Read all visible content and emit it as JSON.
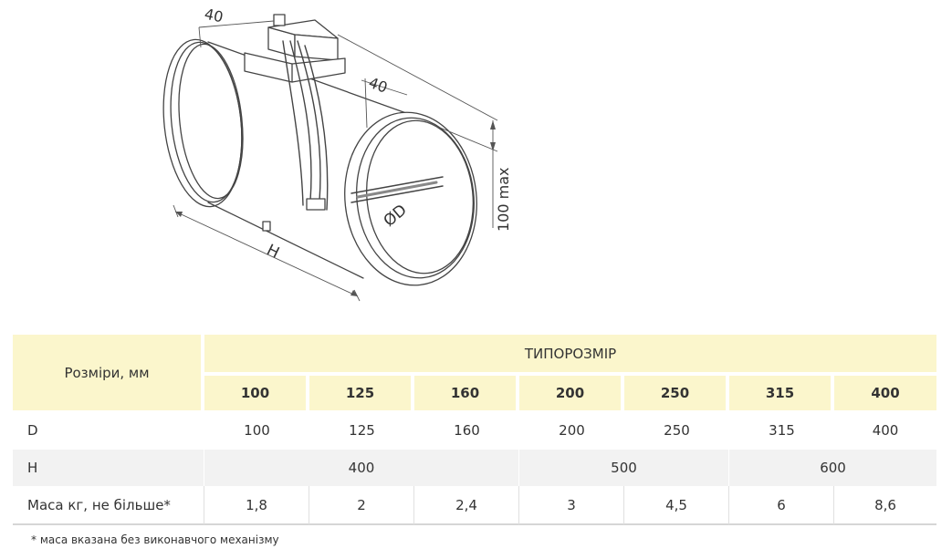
{
  "drawing": {
    "dim_top_left": "40",
    "dim_top_mid": "40",
    "dim_height": "100 max",
    "dim_length": "H",
    "dim_diameter": "ØD"
  },
  "table": {
    "dimensions_header": "Розміри, мм",
    "group_header": "ТИПОРОЗМІР",
    "sizes": [
      "100",
      "125",
      "160",
      "200",
      "250",
      "315",
      "400"
    ],
    "row_d_label": "D",
    "row_d_values": [
      "100",
      "125",
      "160",
      "200",
      "250",
      "315",
      "400"
    ],
    "row_h_label": "H",
    "row_h_groups": [
      "400",
      "500",
      "600"
    ],
    "row_mass_label": "Маса кг, не більше*",
    "row_mass_values": [
      "1,8",
      "2",
      "2,4",
      "3",
      "4,5",
      "6",
      "8,6"
    ]
  },
  "footnote": "* маса вказана без виконавчого механізму",
  "colors": {
    "header_bg": "#fbf6cc",
    "stripe_bg": "#f2f2f2",
    "text": "#333333"
  }
}
